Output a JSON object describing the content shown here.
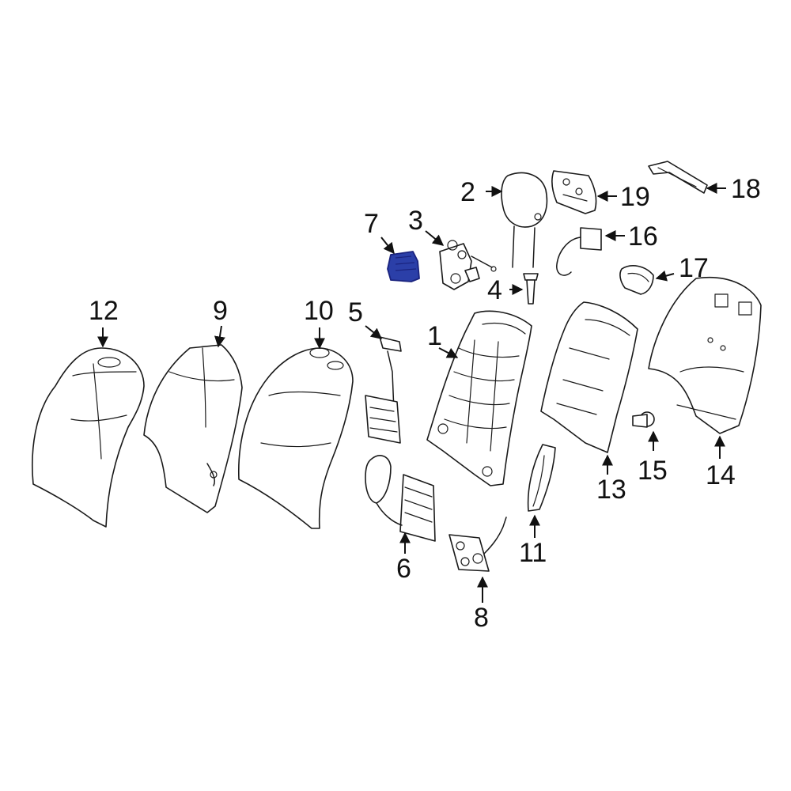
{
  "callouts": {
    "c1": "1",
    "c2": "2",
    "c3": "3",
    "c4": "4",
    "c5": "5",
    "c6": "6",
    "c7": "7",
    "c8": "8",
    "c9": "9",
    "c10": "10",
    "c11": "11",
    "c12": "12",
    "c13": "13",
    "c14": "14",
    "c15": "15",
    "c16": "16",
    "c17": "17",
    "c18": "18",
    "c19": "19"
  },
  "colors": {
    "line": "#1a1a1a",
    "highlight_fill": "#2b3fa8",
    "highlight_stroke": "#1a237e",
    "background": "#ffffff"
  }
}
